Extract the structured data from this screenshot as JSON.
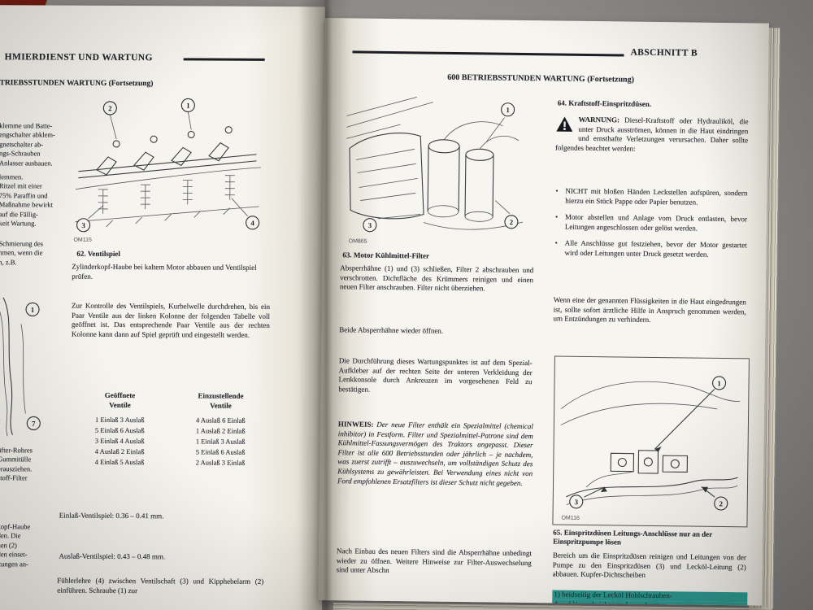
{
  "scene": {
    "background_color": "#8d8b89",
    "red_object_color": "#6e1a10",
    "highlight_color": "#2d9a92"
  },
  "left_page": {
    "header": "HMIERDIENST UND WARTUNG",
    "section_title": "TRIEBSSTUNDEN WARTUNG (Fortsetzung)",
    "margin_a": [
      "klemme und Batte-",
      "engschalter abklem-",
      "gnetschalter ab-",
      "ngs-Schrauben",
      "Anlasser ausbauen."
    ],
    "margin_b": [
      "lemmen.",
      "Ritzel mit einer",
      "75% Paraffin und",
      "Maßnahme bewirkt",
      "auf die Fällig-",
      "keit Wartung."
    ],
    "margin_c": [
      "Schmierung des",
      "hmen, wenn die",
      "n, z.B."
    ],
    "margin_d": [
      "üfter-Rohres",
      "Gummitülle",
      "erausziehen.",
      "stoff-Filter"
    ],
    "margin_e": [
      "kopf-Haube",
      "den. Die",
      "hen (2)",
      "den einset-",
      "itungen an-"
    ],
    "fig62": {
      "label": "OM115",
      "caption": "62. Ventilspiel",
      "callouts": [
        "1",
        "2",
        "3",
        "4"
      ]
    },
    "fig_partial": {
      "callouts": [
        "1",
        "7"
      ]
    },
    "para1": "Zylinderkopf-Haube bei kaltem Motor abbauen und Ventilspiel prüfen.",
    "para2": "Zur Kontrolle des Ventilspiels, Kurbelwelle durchdrehen, bis ein Paar Ventile aus der linken Kolonne der folgenden Tabelle voll geöffnet ist. Das entsprechende Paar Ventile aus der rechten Kolonne kann dann auf Spiel geprüft und eingestellt werden.",
    "valve_table": {
      "col1_header": "Geöffnete\nVentile",
      "col2_header": "Einzustellende\nVentile",
      "rows": [
        {
          "open": "1 Einlaß 3 Auslaß",
          "adjust": "4 Auslaß 6 Einlaß"
        },
        {
          "open": "5 Einlaß 6 Auslaß",
          "adjust": "1 Auslaß 2 Einlaß"
        },
        {
          "open": "3 Einlaß 4 Auslaß",
          "adjust": "1 Einlaß 3 Auslaß"
        },
        {
          "open": "4 Auslaß 2 Einlaß",
          "adjust": "5 Einlaß 6 Auslaß"
        },
        {
          "open": "4 Einlaß 5 Auslaß",
          "adjust": "2 Auslaß 3 Einlaß"
        }
      ]
    },
    "clearance_intake": "Einlaß-Ventilspiel: 0.36 – 0.41 mm.",
    "clearance_exhaust": "Auslaß-Ventilspiel: 0.43 – 0.48 mm.",
    "para3": "Fühlerlehre (4) zwischen Ventilschaft (3) und Kipphebelarm (2) einführen. Schraube (1) zur"
  },
  "right_page": {
    "header": "ABSCHNITT B",
    "title": "600 BETRIEBSSTUNDEN WARTUNG (Fortsetzung)",
    "fig63": {
      "label": "OM865",
      "caption": "63. Motor Kühlmittel-Filter",
      "callouts": [
        "1",
        "2",
        "3"
      ]
    },
    "col_left": {
      "p1": "Absperrhähne (1) und (3) schließen, Filter 2 abschrauben und verschrotten. Dichtfläche des Krümmers reinigen und einen neuen Filter anschrauben. Filter nicht überziehen.",
      "p2": "Beide Absperrhähne wieder öffnen.",
      "p3": "Die Durchführung dieses Wartungspunktes ist auf dem Spezial-Aufkleber auf der rechten Seite der unteren Verkleidung der Lenkkonsole durch Ankreuzen im vorgesehenen Feld zu bestätigen.",
      "hinweis_label": "HINWEIS:",
      "hinweis_text": "Der neue Filter enthält ein Spezialmittel (chemical inhibitor) in Festform. Filter und Spezialmittel-Patrone sind dem Kühlmittel-Fassungsvermögen des Traktors angepasst. Dieser Filter ist alle 600 Betriebsstunden oder jährlich – je nachdem, was zuerst zutrifft – auszuwechseln, um vollständigen Schutz des Kühlsystems zu gewährleisten. Bei Verwendung eines nicht von Ford empfohlenen Ersatzfilters ist dieser Schutz nicht gegeben.",
      "p4": "Nach Einbau des neuen Filters sind die Absperrhähne unbedingt wieder zu öffnen. Weitere Hinweise zur Filter-Auswechselung sind unter Abschn"
    },
    "col_right": {
      "item64": "64. Kraftstoff-Einspritzdüsen.",
      "warn_label": "WARNUNG:",
      "warn_text": "Diesel-Kraftstoff oder Hydrauliköl, die unter Druck ausströmen, können in die Haut eindringen und ernsthafte Verletzungen verursachen. Daher sollte folgendes beachtet werden:",
      "bullets": [
        "NICHT mit bloßen Händen Leckstellen aufspüren, sondern hierzu ein Stück Pappe oder Papier benutzen.",
        "Motor abstellen und Anlage vom Druck entlasten, bevor Leitungen angeschlossen oder gelöst werden.",
        "Alle Anschlüsse gut festziehen, bevor der Motor gestartet wird oder Leitungen unter Druck gesetzt werden."
      ],
      "p1": "Wenn eine der genannten Flüssigkeiten in die Haut eingedrungen ist, sollte sofort ärztliche Hilfe in Anspruch genommen werden, um Entzündungen zu verhindern.",
      "fig65": {
        "label": "OM116",
        "caption": "65. Einspritzdüsen Leitungs-Anschlüsse nur an der Einspritzpumpe lösen",
        "callouts": [
          "1",
          "2",
          "3"
        ]
      },
      "p2": "Bereich um die Einspritzdüsen reinigen und Leitungen von der Pumpe zu den Einspritzdüsen (3) und Lecköl-Leitung (2) abbauen. Kupfer-Dichtscheiben",
      "highlight_line1": "1) beidseitig der Lecköl Hohlschrauben-",
      "highlight_line2": "Anschlüsse abziehen und verschrotten"
    }
  }
}
